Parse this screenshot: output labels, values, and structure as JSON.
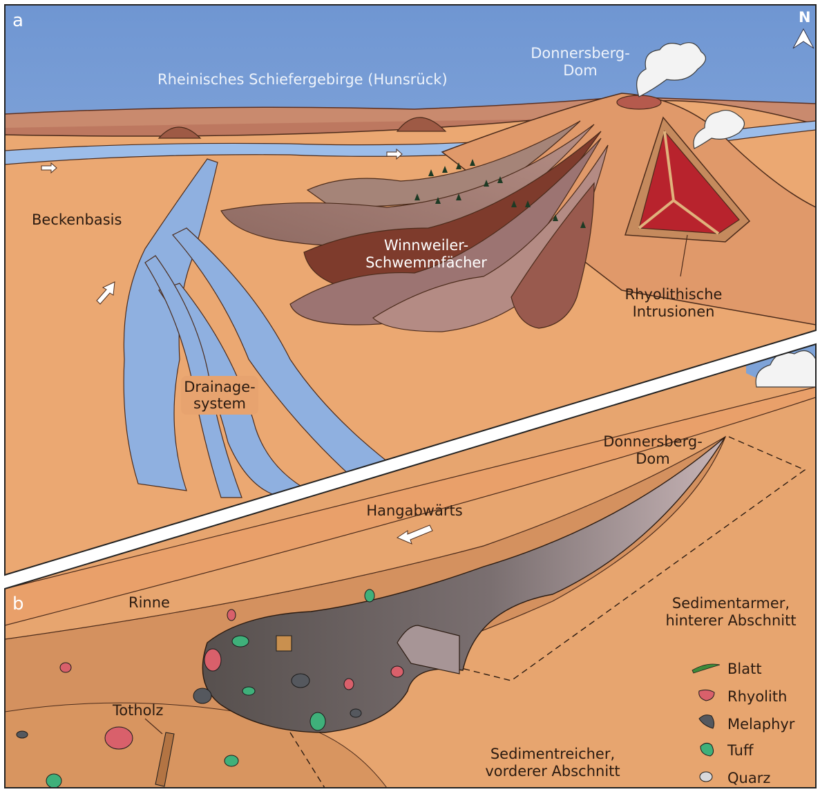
{
  "panel_a": {
    "letter": "a",
    "north": "N",
    "labels": {
      "schiefergebirge": "Rheinisches Schiefergebirge (Hunsrück)",
      "donnersberg_line1": "Donnersberg-",
      "donnersberg_line2": "Dom",
      "beckenbasis": "Beckenbasis",
      "fan_line1": "Winnweiler-",
      "fan_line2": "Schwemmfächer",
      "rhyolith_line1": "Rhyolithische",
      "rhyolith_line2": "Intrusionen",
      "drainage_line1": "Drainage-",
      "drainage_line2": "system"
    }
  },
  "panel_b": {
    "letter": "b",
    "labels": {
      "donnersberg_line1": "Donnersberg-",
      "donnersberg_line2": "Dom",
      "hangabwaerts": "Hangabwärts",
      "rinne": "Rinne",
      "totholz": "Totholz",
      "sedimentarm_line1": "Sedimentarmer,",
      "sedimentarm_line2": "hinterer Abschnitt",
      "sedimentreich_line1": "Sedimentreicher,",
      "sedimentreich_line2": "vorderer Abschnitt"
    },
    "legend": [
      {
        "label": "Blatt",
        "icon": "leaf-icon",
        "color": "#3d8a3a"
      },
      {
        "label": "Rhyolith",
        "icon": "rhyolite-clast-icon",
        "color": "#d9606b"
      },
      {
        "label": "Melaphyr",
        "icon": "melaphyre-clast-icon",
        "color": "#55585e"
      },
      {
        "label": "Tuff",
        "icon": "tuff-clast-icon",
        "color": "#3fb07a"
      },
      {
        "label": "Quarz",
        "icon": "quartz-clast-icon",
        "color": "#d9d9dc"
      }
    ]
  },
  "colors": {
    "sky": "#7ea3d8",
    "ground": "#e9a470",
    "water": "#8fb0e0",
    "rhyolite_intrusion": "#b8232d",
    "fan_dark": "#7e3b2c",
    "debris_flow": "#5d5552"
  }
}
